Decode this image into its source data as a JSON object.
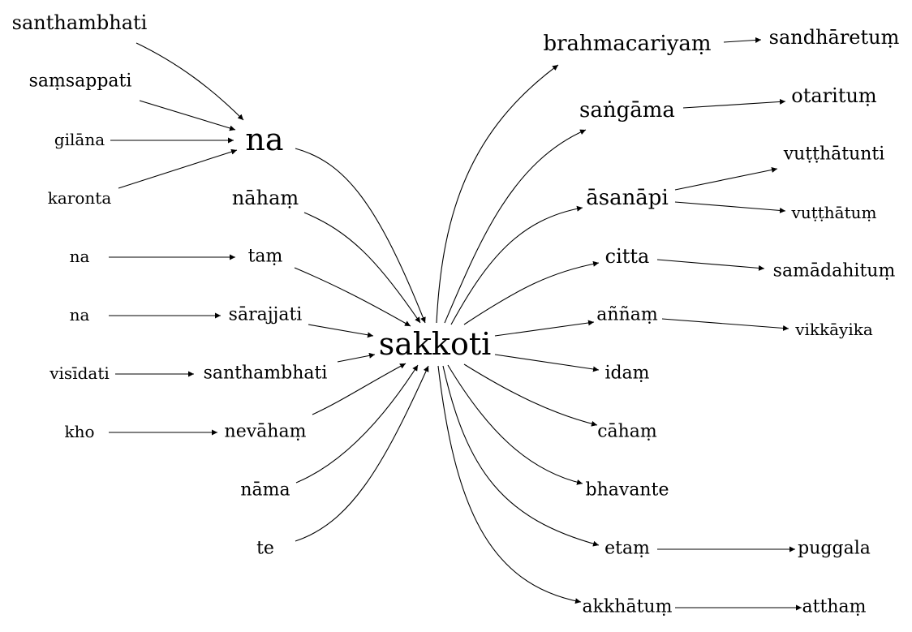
{
  "graph": {
    "colors": {
      "stroke": "#000000",
      "text": "#000000",
      "background": "#ffffff"
    },
    "nodes": [
      {
        "id": "sakkoti",
        "label": "sakkoti"
      },
      {
        "id": "na_big",
        "label": "na"
      },
      {
        "id": "santhambhati_l",
        "label": "santhambhati"
      },
      {
        "id": "samsappati",
        "label": "saṃsappati"
      },
      {
        "id": "gilana",
        "label": "gilāna"
      },
      {
        "id": "karonta",
        "label": "karonta"
      },
      {
        "id": "naham",
        "label": "nāhaṃ"
      },
      {
        "id": "na2",
        "label": "na"
      },
      {
        "id": "tam",
        "label": "taṃ"
      },
      {
        "id": "na3",
        "label": "na"
      },
      {
        "id": "sarajjati",
        "label": "sārajjati"
      },
      {
        "id": "visidati",
        "label": "visīdati"
      },
      {
        "id": "santhambhati_m",
        "label": "santhambhati"
      },
      {
        "id": "kho",
        "label": "kho"
      },
      {
        "id": "nevaham",
        "label": "nevāhaṃ"
      },
      {
        "id": "nama",
        "label": "nāma"
      },
      {
        "id": "te",
        "label": "te"
      },
      {
        "id": "brahmacariyam",
        "label": "brahmacariyaṃ"
      },
      {
        "id": "sandharetum",
        "label": "sandhāretuṃ"
      },
      {
        "id": "sangama",
        "label": "saṅgāma"
      },
      {
        "id": "otaritum",
        "label": "otarituṃ"
      },
      {
        "id": "asanapi",
        "label": "āsanāpi"
      },
      {
        "id": "vutthatunti",
        "label": "vuṭṭhātunti"
      },
      {
        "id": "vutthatum",
        "label": "vuṭṭhātuṃ"
      },
      {
        "id": "citta",
        "label": "citta"
      },
      {
        "id": "samadahitum",
        "label": "samādahituṃ"
      },
      {
        "id": "annam",
        "label": "aññaṃ"
      },
      {
        "id": "vikkayika",
        "label": "vikkāyika"
      },
      {
        "id": "idam",
        "label": "idaṃ"
      },
      {
        "id": "caham",
        "label": "cāhaṃ"
      },
      {
        "id": "bhavante",
        "label": "bhavante"
      },
      {
        "id": "etam",
        "label": "etaṃ"
      },
      {
        "id": "puggala",
        "label": "puggala"
      },
      {
        "id": "akkhatum",
        "label": "akkhātuṃ"
      },
      {
        "id": "attham",
        "label": "atthaṃ"
      }
    ],
    "edges": [
      {
        "from": "santhambhati_l",
        "to": "na_big"
      },
      {
        "from": "samsappati",
        "to": "na_big"
      },
      {
        "from": "gilana",
        "to": "na_big"
      },
      {
        "from": "karonta",
        "to": "na_big"
      },
      {
        "from": "na_big",
        "to": "sakkoti"
      },
      {
        "from": "naham",
        "to": "sakkoti"
      },
      {
        "from": "na2",
        "to": "tam"
      },
      {
        "from": "tam",
        "to": "sakkoti"
      },
      {
        "from": "na3",
        "to": "sarajjati"
      },
      {
        "from": "sarajjati",
        "to": "sakkoti"
      },
      {
        "from": "visidati",
        "to": "santhambhati_m"
      },
      {
        "from": "santhambhati_m",
        "to": "sakkoti"
      },
      {
        "from": "kho",
        "to": "nevaham"
      },
      {
        "from": "nevaham",
        "to": "sakkoti"
      },
      {
        "from": "nama",
        "to": "sakkoti"
      },
      {
        "from": "te",
        "to": "sakkoti"
      },
      {
        "from": "sakkoti",
        "to": "brahmacariyam"
      },
      {
        "from": "brahmacariyam",
        "to": "sandharetum"
      },
      {
        "from": "sakkoti",
        "to": "sangama"
      },
      {
        "from": "sangama",
        "to": "otaritum"
      },
      {
        "from": "sakkoti",
        "to": "asanapi"
      },
      {
        "from": "asanapi",
        "to": "vutthatunti"
      },
      {
        "from": "asanapi",
        "to": "vutthatum"
      },
      {
        "from": "sakkoti",
        "to": "citta"
      },
      {
        "from": "citta",
        "to": "samadahitum"
      },
      {
        "from": "sakkoti",
        "to": "annam"
      },
      {
        "from": "annam",
        "to": "vikkayika"
      },
      {
        "from": "sakkoti",
        "to": "idam"
      },
      {
        "from": "sakkoti",
        "to": "caham"
      },
      {
        "from": "sakkoti",
        "to": "bhavante"
      },
      {
        "from": "sakkoti",
        "to": "etam"
      },
      {
        "from": "etam",
        "to": "puggala"
      },
      {
        "from": "sakkoti",
        "to": "akkhatum"
      },
      {
        "from": "akkhatum",
        "to": "attham"
      }
    ]
  }
}
